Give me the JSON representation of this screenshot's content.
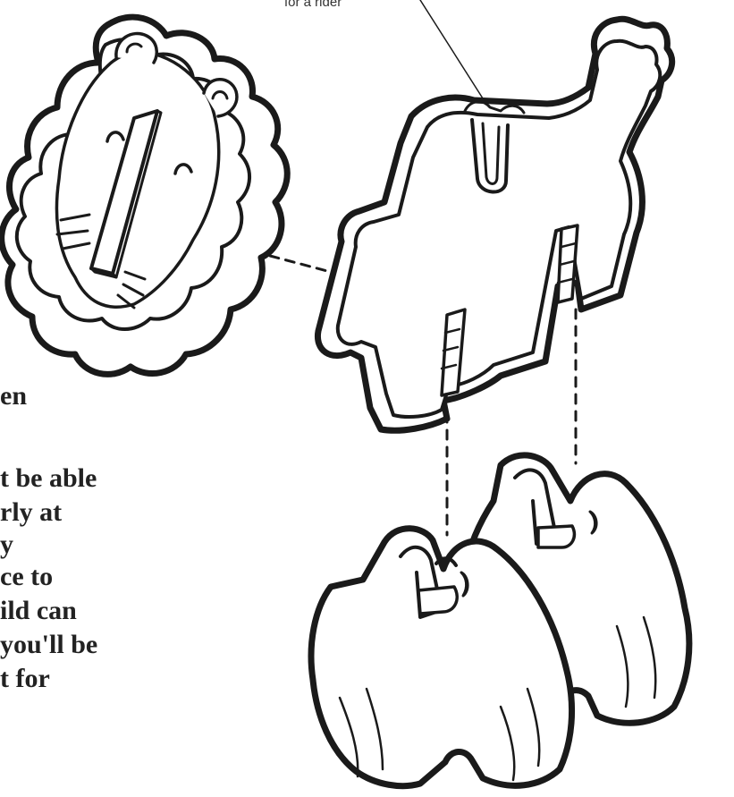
{
  "callout": {
    "text": "for a rider"
  },
  "body_text": {
    "line1": "en",
    "line2": "t be able",
    "line3": "rly at",
    "line4": "y",
    "line5": "ce to",
    "line6": "ild can",
    "line7": "you'll be",
    "line8": "t for"
  },
  "colors": {
    "ink": "#1a1a1a",
    "paper": "#ffffff",
    "text": "#222222"
  }
}
